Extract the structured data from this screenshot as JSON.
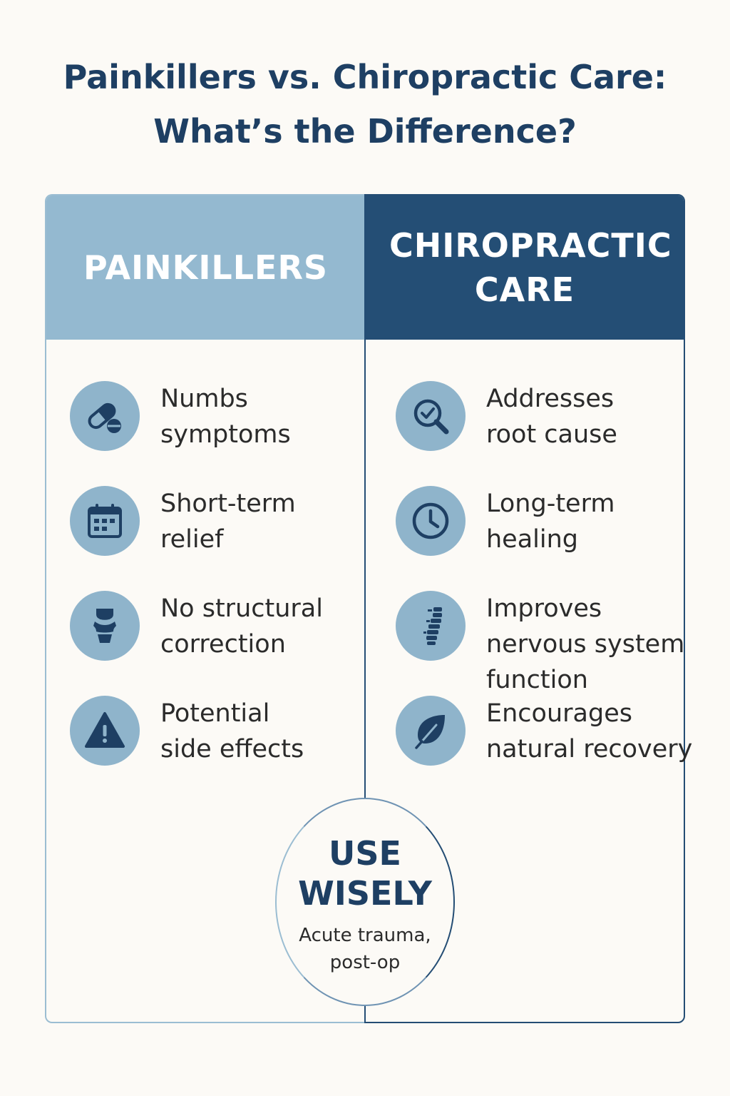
{
  "title": {
    "line1": "Painkillers vs. Chiropractic Care:",
    "line2": "What’s the Difference?"
  },
  "painkillers": {
    "header": "PAINKILLERS",
    "items": [
      {
        "icon": "pill-icon",
        "text": "Numbs\nsymptoms"
      },
      {
        "icon": "calendar-icon",
        "text": "Short-term\nrelief"
      },
      {
        "icon": "joint-icon",
        "text": "No structural\ncorrection"
      },
      {
        "icon": "warning-icon",
        "text": "Potential\nside effects"
      }
    ]
  },
  "chiropractic": {
    "header": "CHIROPRACTIC CARE",
    "items": [
      {
        "icon": "magnifier-check-icon",
        "text": "Addresses\nroot cause"
      },
      {
        "icon": "clock-icon",
        "text": "Long-term\nhealing"
      },
      {
        "icon": "spine-icon",
        "text": "Improves\nnervous system\nfunction"
      },
      {
        "icon": "leaf-icon",
        "text": "Encourages\nnatural recovery"
      }
    ]
  },
  "badge": {
    "title": "USE WISELY",
    "subtitle": "Acute trauma, post-op"
  },
  "colors": {
    "navy": "#1e3f63",
    "dark_blue": "#244e75",
    "light_blue": "#94b9d0",
    "icon_bg": "#8fb4cb",
    "background": "#fcfaf6"
  }
}
